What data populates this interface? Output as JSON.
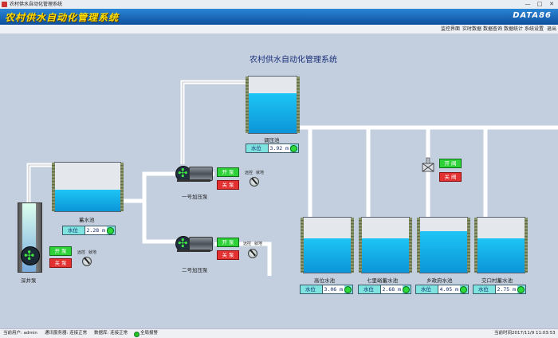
{
  "window": {
    "title": "农村供水自动化管理系统",
    "min_btn": "—",
    "max_btn": "□",
    "close_btn": "✕"
  },
  "header": {
    "app_title": "农村供水自动化管理系统",
    "logo": "DATA86"
  },
  "menu": [
    "监控界面",
    "实时数据",
    "数据查询",
    "数据统计",
    "系统设置",
    "退出"
  ],
  "scada": {
    "title": "农村供水自动化管理系统",
    "level_key": "水位",
    "tanks": {
      "pressure": {
        "name": "调压池",
        "level": "3.92",
        "unit": "m",
        "fill": 0.7
      },
      "storage": {
        "name": "蓄水池",
        "level": "2.28",
        "unit": "m",
        "fill": 0.45
      },
      "high": {
        "name": "高位水池",
        "level": "3.06",
        "unit": "m",
        "fill": 0.62
      },
      "qili": {
        "name": "七里峪蓄水池",
        "level": "2.68",
        "unit": "m",
        "fill": 0.62
      },
      "township": {
        "name": "乡政府水池",
        "level": "4.05",
        "unit": "m",
        "fill": 0.75
      },
      "jiaokou": {
        "name": "交口村蓄水池",
        "level": "2.75",
        "unit": "m",
        "fill": 0.62
      }
    },
    "pumps": {
      "p1": {
        "name": "一号加压泵",
        "on": "开 泵",
        "off": "关 泵",
        "remote": "远控",
        "local": "就地"
      },
      "p2": {
        "name": "二号加压泵",
        "on": "开 泵",
        "off": "关 泵",
        "remote": "远控",
        "local": "就地"
      },
      "well": {
        "name": "深井泵",
        "on": "开 泵",
        "off": "关 泵",
        "remote": "远控",
        "local": "就地"
      }
    },
    "valve": {
      "open": "开 阀",
      "close": "关 阀"
    }
  },
  "status": {
    "user": "当前用户: admin",
    "comm": "通讯服务器: 连接正常",
    "db": "数据库: 连接正常",
    "alarm": "全局报警",
    "time_label": "当前时间",
    "time": "2017/11/9 11:03:53"
  },
  "colors": {
    "pipe": "#ffffff",
    "water": "#12b3ec",
    "on": "#2ed238",
    "off": "#e33030"
  }
}
